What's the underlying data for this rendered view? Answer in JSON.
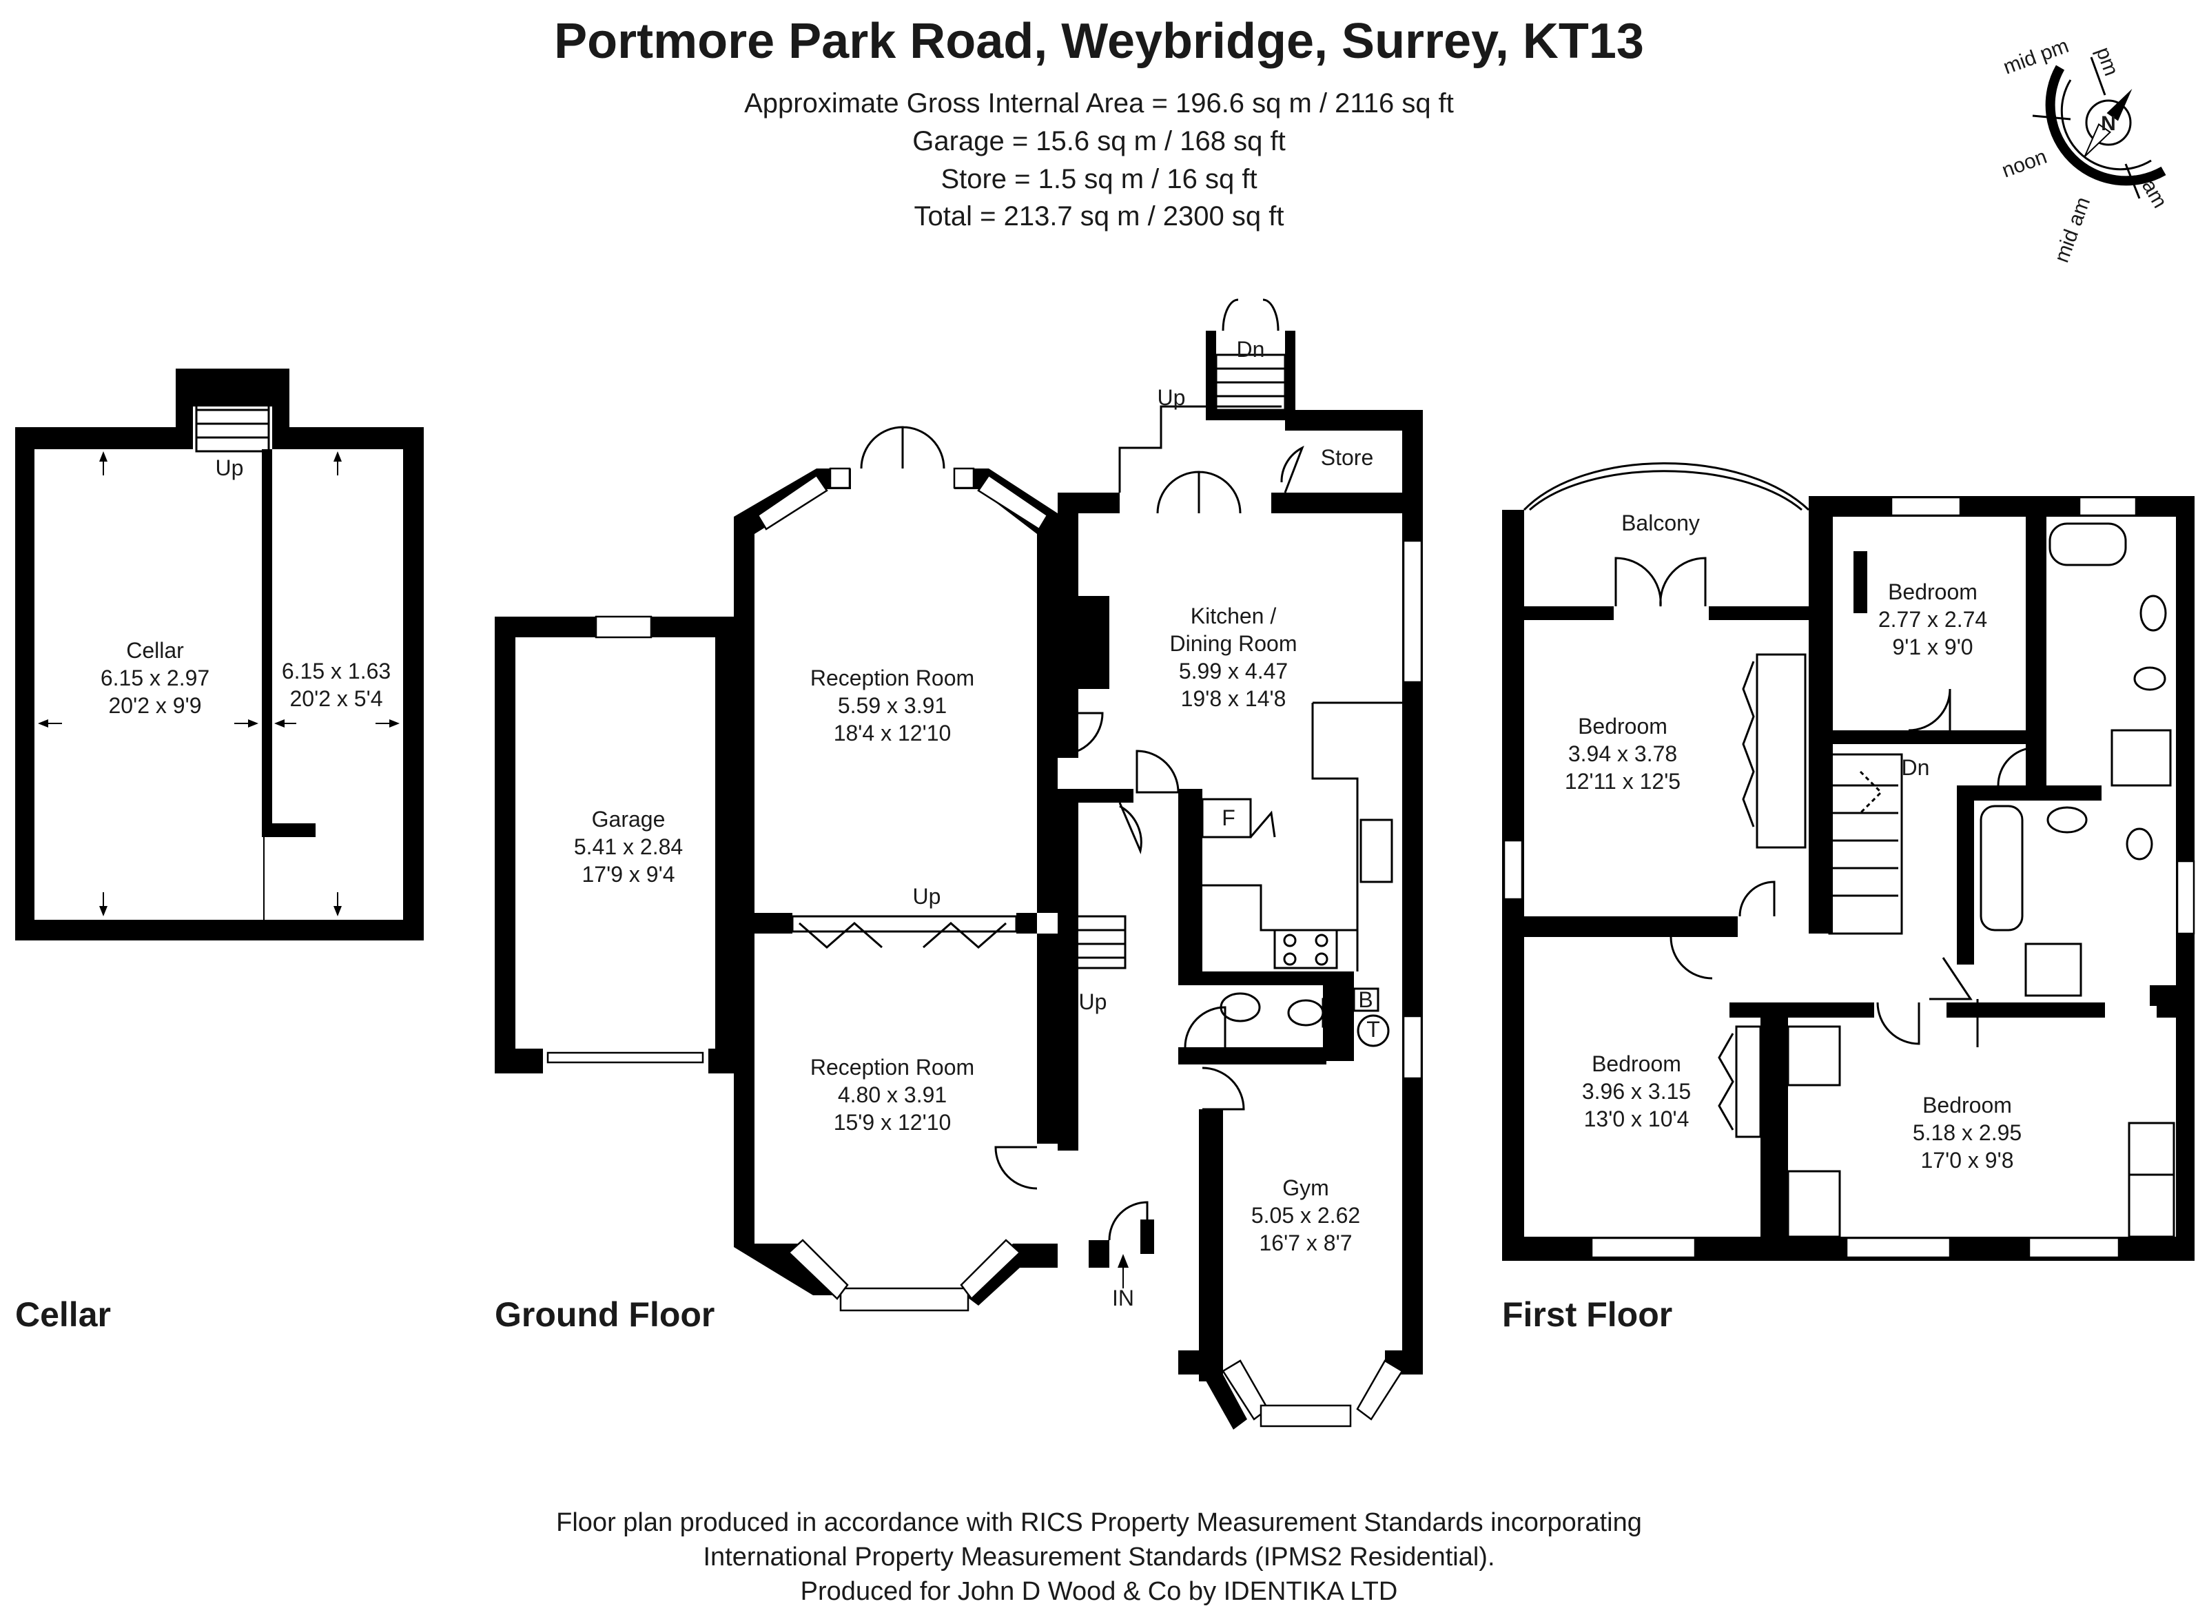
{
  "header": {
    "title": "Portmore Park Road, Weybridge, Surrey, KT13",
    "lines": [
      "Approximate Gross Internal Area = 196.6 sq m / 2116 sq ft",
      "Garage = 15.6 sq m / 168 sq ft",
      "Store = 1.5 sq m / 16 sq ft",
      "Total = 213.7 sq m / 2300 sq ft"
    ]
  },
  "compass": {
    "north": "N",
    "pm": "pm",
    "mid_pm": "mid pm",
    "noon": "noon",
    "mid_am": "mid am",
    "am": "am"
  },
  "floors": {
    "cellar": "Cellar",
    "ground": "Ground Floor",
    "first": "First Floor"
  },
  "rooms": {
    "cellar_main": {
      "name": "Cellar",
      "metric": "6.15 x 2.97",
      "imperial": "20'2 x 9'9"
    },
    "cellar_side": {
      "metric": "6.15 x 1.63",
      "imperial": "20'2 x 5'4"
    },
    "garage": {
      "name": "Garage",
      "metric": "5.41 x 2.84",
      "imperial": "17'9 x 9'4"
    },
    "reception1": {
      "name": "Reception Room",
      "metric": "5.59 x 3.91",
      "imperial": "18'4 x 12'10"
    },
    "reception2": {
      "name": "Reception Room",
      "metric": "4.80 x 3.91",
      "imperial": "15'9 x 12'10"
    },
    "kitchen": {
      "name1": "Kitchen /",
      "name2": "Dining Room",
      "metric": "5.99 x 4.47",
      "imperial": "19'8 x 14'8"
    },
    "gym": {
      "name": "Gym",
      "metric": "5.05 x 2.62",
      "imperial": "16'7 x 8'7"
    },
    "store": {
      "name": "Store"
    },
    "balcony": {
      "name": "Balcony"
    },
    "bed1": {
      "name": "Bedroom",
      "metric": "3.94 x 3.78",
      "imperial": "12'11 x 12'5"
    },
    "bed2": {
      "name": "Bedroom",
      "metric": "2.77 x 2.74",
      "imperial": "9'1 x 9'0"
    },
    "bed3": {
      "name": "Bedroom",
      "metric": "3.96 x 3.15",
      "imperial": "13'0 x 10'4"
    },
    "bed4": {
      "name": "Bedroom",
      "metric": "5.18 x 2.95",
      "imperial": "17'0 x 9'8"
    }
  },
  "markers": {
    "up": "Up",
    "dn": "Dn",
    "in": "IN",
    "fridge": "F",
    "boiler": "B",
    "tank": "T"
  },
  "footer": [
    "Floor plan produced in accordance with RICS Property Measurement Standards incorporating",
    "International Property Measurement Standards (IPMS2 Residential).",
    "Produced for John D Wood & Co by IDENTIKA LTD"
  ]
}
